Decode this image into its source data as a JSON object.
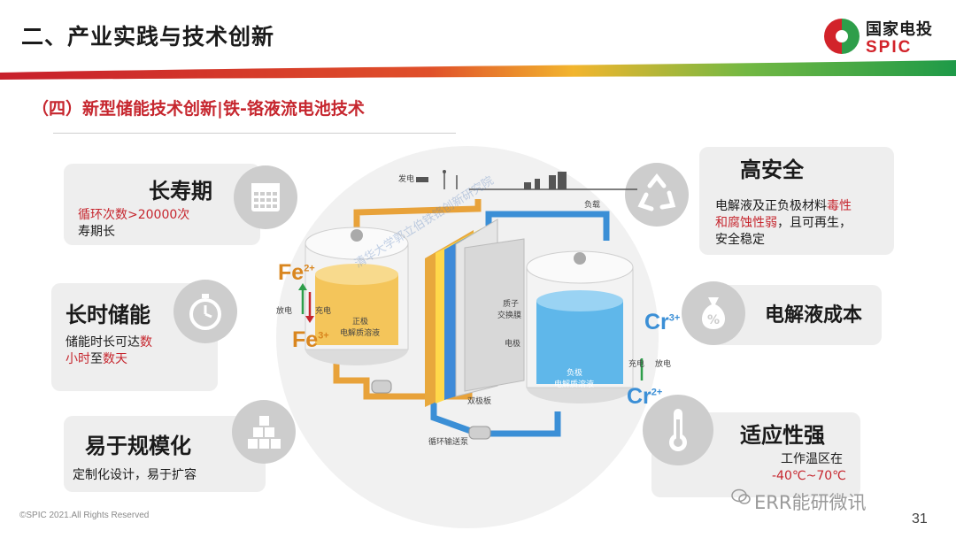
{
  "header": {
    "title": "二、产业实践与技术创新",
    "logo_cn": "国家电投",
    "logo_en": "SPIC"
  },
  "subtitle": "（四）新型储能技术创新|铁-铬液流电池技术",
  "features": {
    "long_life": {
      "title": "长寿期",
      "line1": "循环次数>20000次",
      "line2": "寿期长"
    },
    "long_duration": {
      "title": "长时储能",
      "line1a": "储能时长可达",
      "line1b": "数",
      "line2a": "小时",
      "line2b": "至",
      "line2c": "数天"
    },
    "scalable": {
      "title": "易于规模化",
      "text": "定制化设计，易于扩容"
    },
    "safety": {
      "title": "高安全",
      "line1a": "电解液及正负极材料",
      "line1b": "毒性",
      "line2a": "和腐蚀性弱",
      "line2b": "，且可再生，",
      "line3": "安全稳定"
    },
    "cost": {
      "title": "电解液成本"
    },
    "adaptability": {
      "title": "适应性强",
      "line1": "工作温区在",
      "line2": "-40℃~70℃"
    }
  },
  "diagram": {
    "generation": "发电",
    "load": "负载",
    "positive": "正极",
    "positive_electrolyte": "电解质溶液",
    "negative": "负极",
    "negative_electrolyte": "电解质溶液",
    "membrane_1": "质子",
    "membrane_2": "交换膜",
    "electrode": "电极",
    "bipolar_plate": "双极板",
    "pump": "循环输送泵",
    "discharge": "放电",
    "charge": "充电",
    "fe2": "Fe",
    "fe2_sup": "2+",
    "fe3": "Fe",
    "fe3_sup": "3+",
    "cr3": "Cr",
    "cr3_sup": "3+",
    "cr2": "Cr",
    "cr2_sup": "2+",
    "watermark": "清华大学郭立伯铁铬创新研究院"
  },
  "footer": {
    "copyright": "©SPIC 2021.All Rights Reserved",
    "page": "31",
    "source_watermark": "ERR能研微讯"
  },
  "colors": {
    "brand_red": "#c6262e",
    "brand_green": "#2e9e4a",
    "orange_pipe": "#e8a23a",
    "blue_pipe": "#3b8fd6"
  }
}
